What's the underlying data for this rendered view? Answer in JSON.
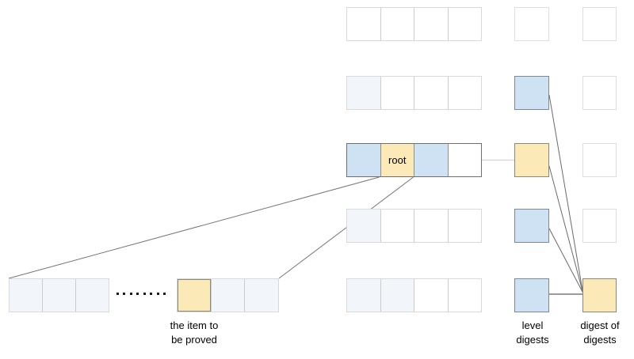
{
  "labels": {
    "root": "root",
    "item": [
      "the item to",
      "be proved"
    ],
    "level_digests": [
      "level",
      "digests"
    ],
    "digest_of_digests": [
      "digest of",
      "digests"
    ]
  },
  "colors": {
    "highlight_blue": "#cfe2f3",
    "highlight_yellow": "#fce9b8",
    "faint_blue": "#f2f6fb",
    "dark_border": "#6e6e6e",
    "light_border": "#d9d9d9",
    "connector_dark": "#6a6a6a",
    "connector_light": "#dbdbdb"
  },
  "diagram": {
    "main_rows": [
      {
        "cells": [
          "plain",
          "plain",
          "plain",
          "plain"
        ],
        "border": "light"
      },
      {
        "cells": [
          "faint",
          "plain",
          "plain",
          "plain"
        ],
        "border": "light"
      },
      {
        "cells": [
          "blue",
          "yellow",
          "blue",
          "plain"
        ],
        "border": "dark",
        "label_cell": 1,
        "has_root_label": true
      },
      {
        "cells": [
          "faint",
          "plain",
          "plain",
          "plain"
        ],
        "border": "light"
      },
      {
        "cells": [
          "faint",
          "faint",
          "plain",
          "plain"
        ],
        "border": "light"
      }
    ],
    "level_digests": [
      "plain",
      "blue",
      "yellow",
      "blue",
      "blue"
    ],
    "digest_of_digests": [
      "plain",
      "plain",
      "plain",
      "plain",
      "yellow"
    ],
    "leaf_left": [
      "faint",
      "faint",
      "faint"
    ],
    "leaf_right": [
      "yellow",
      "faint",
      "faint"
    ],
    "dots_count": 8
  }
}
